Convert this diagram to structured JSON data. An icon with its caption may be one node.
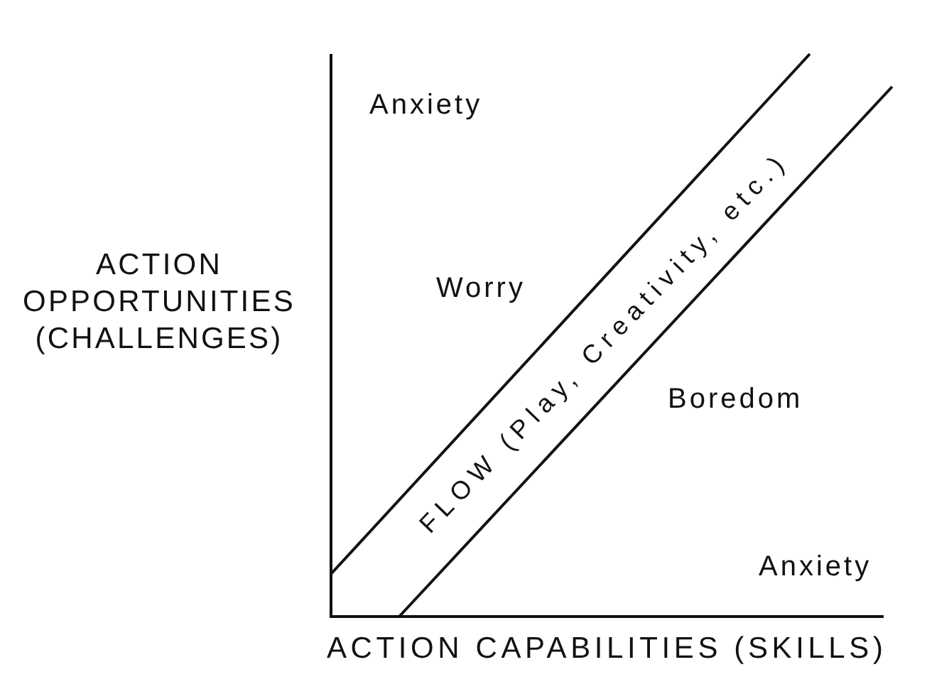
{
  "diagram": {
    "nodes": [
      {
        "text": [
          "FLOW (Play, Creativity, etc.)"
        ]
      }
    ],
    "labels": [
      "Anxiety",
      "ACTION OPPORTUNITIES (CHALLENGES)",
      "Worry",
      "Boredom",
      "Anxiety",
      "ACTION CAPABILITIES (SKILLS)"
    ]
  }
}
